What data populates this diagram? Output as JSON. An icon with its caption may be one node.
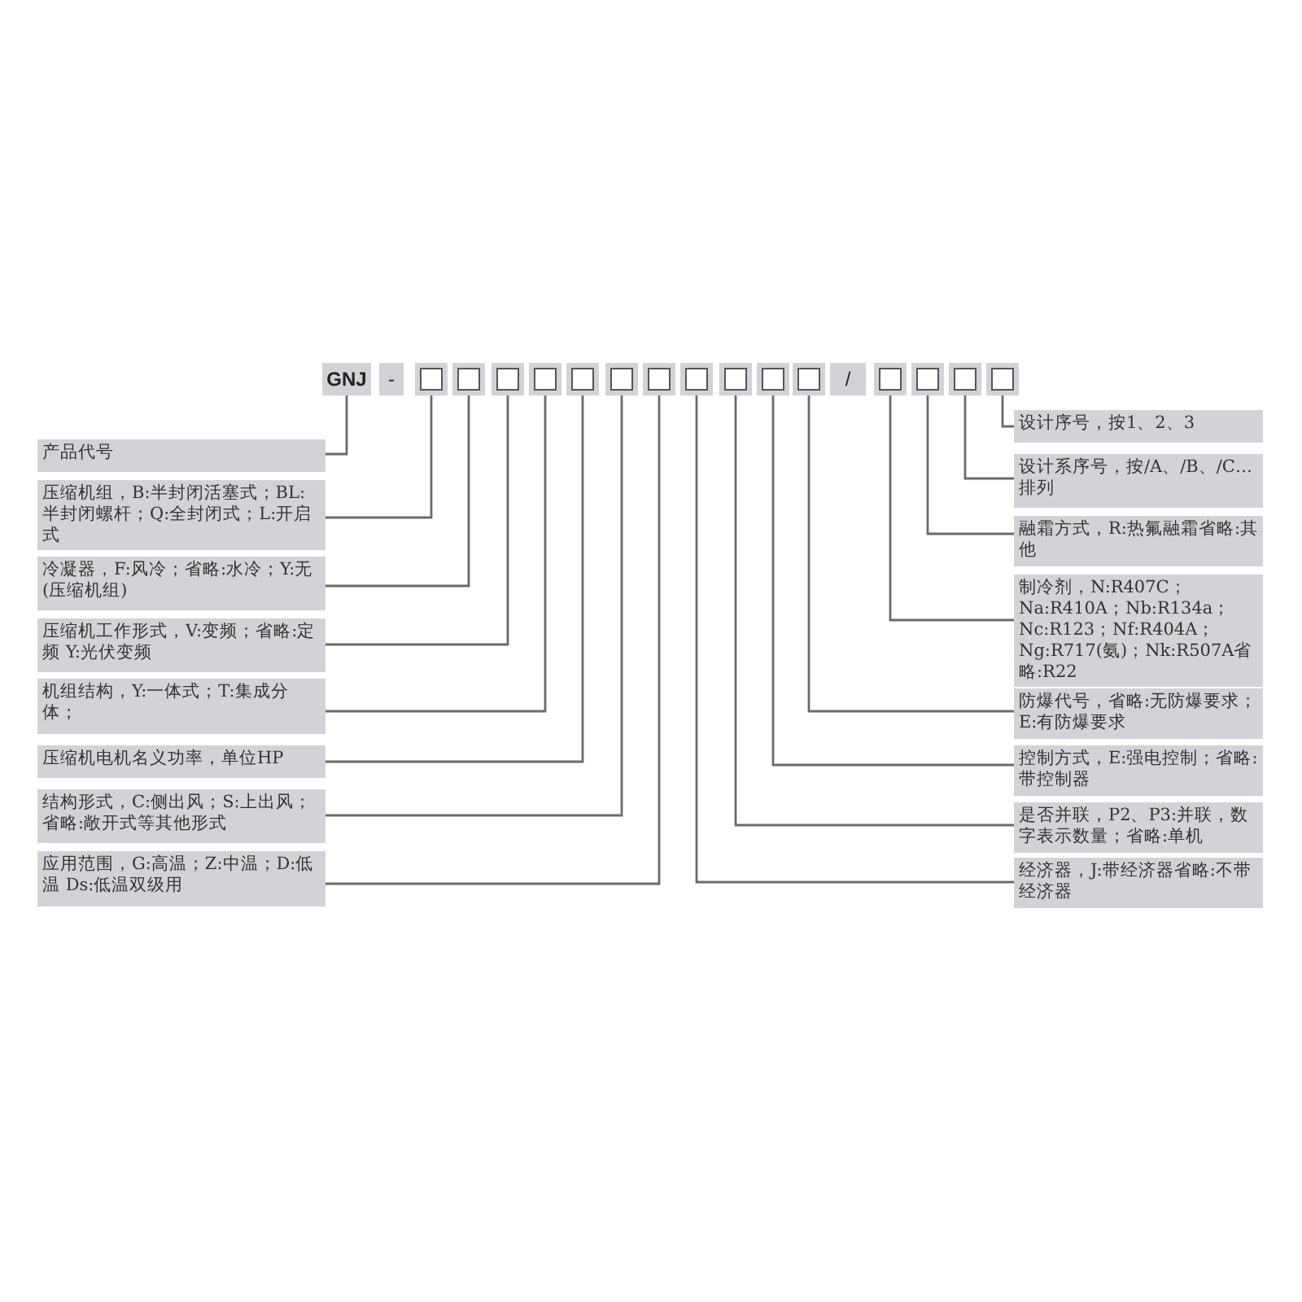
{
  "diagram": {
    "nodes": [
      {
        "text": [
          "GNJ"
        ]
      },
      {
        "text": [],
        "shape": "box"
      },
      {
        "text": [],
        "shape": "box"
      },
      {
        "text": [],
        "shape": "box"
      },
      {
        "text": [],
        "shape": "box"
      },
      {
        "text": [],
        "shape": "box"
      },
      {
        "text": [],
        "shape": "box"
      },
      {
        "text": [],
        "shape": "box"
      },
      {
        "text": [],
        "shape": "box"
      },
      {
        "text": [],
        "shape": "box"
      },
      {
        "text": [],
        "shape": "box"
      },
      {
        "text": [],
        "shape": "box"
      },
      {
        "text": [],
        "shape": "box"
      },
      {
        "text": [],
        "shape": "box"
      },
      {
        "text": [],
        "shape": "box"
      },
      {
        "text": [],
        "shape": "box"
      },
      {
        "text": [
          "产品代号"
        ]
      },
      {
        "text": [
          "压缩机组，B:半封闭活塞式；BL:半封闭螺杆；Q:全封闭式；L:开启式"
        ]
      },
      {
        "text": [
          "冷凝器，F:风冷；省略:水冷；Y:无(压缩机组)"
        ]
      },
      {
        "text": [
          "压缩机工作形式，V:变频；省略:定频 Y:光伏变频"
        ]
      },
      {
        "text": [
          "机组结构，Y:一体式；T:集成分体；"
        ]
      },
      {
        "text": [
          "压缩机电机名义功率，单位HP"
        ]
      },
      {
        "text": [
          "结构形式，C:侧出风；S:上出风；省略:敞开式等其他形式"
        ]
      },
      {
        "text": [
          "应用范围，G:高温；Z:中温；D:低温 Ds:低温双级用"
        ]
      },
      {
        "text": [
          "设计序号，按1、2、3"
        ]
      },
      {
        "text": [
          "设计系序号，按/A、/B、/C…排列"
        ]
      },
      {
        "text": [
          "融霜方式，R:热氟融霜省略:其他"
        ]
      },
      {
        "text": [
          "制冷剂，N:R407C；Na:R410A；Nb:R134a；Nc:R123；Nf:R404A；Ng:R717(氨)；Nk:R507A省略:R22"
        ]
      },
      {
        "text": [
          "防爆代号，省略:无防爆要求；E:有防爆要求"
        ]
      },
      {
        "text": [
          "控制方式，E:强电控制；省略:带控制器"
        ]
      },
      {
        "text": [
          "是否并联，P2、P3:并联，数字表示数量；省略:单机"
        ]
      },
      {
        "text": [
          "经济器，J:带经济器省略:不带经济器"
        ]
      }
    ],
    "edges": [
      {
        "from": 0,
        "to": 16,
        "arrow": "none"
      },
      {
        "from": 1,
        "to": 17,
        "arrow": "none"
      },
      {
        "from": 2,
        "to": 18,
        "arrow": "none"
      },
      {
        "from": 3,
        "to": 19,
        "arrow": "none"
      },
      {
        "from": 4,
        "to": 20,
        "arrow": "none"
      },
      {
        "from": 5,
        "to": 21,
        "arrow": "none"
      },
      {
        "from": 6,
        "to": 22,
        "arrow": "none"
      },
      {
        "from": 7,
        "to": 23,
        "arrow": "none"
      },
      {
        "from": 8,
        "to": 31,
        "arrow": "none"
      },
      {
        "from": 9,
        "to": 30,
        "arrow": "none"
      },
      {
        "from": 10,
        "to": 29,
        "arrow": "none"
      },
      {
        "from": 11,
        "to": 28,
        "arrow": "none"
      },
      {
        "from": 12,
        "to": 27,
        "arrow": "none"
      },
      {
        "from": 13,
        "to": 26,
        "arrow": "none"
      },
      {
        "from": 14,
        "to": 25,
        "arrow": "none"
      },
      {
        "from": 15,
        "to": 24,
        "arrow": "none"
      }
    ],
    "labels": [
      "-",
      "/"
    ]
  }
}
